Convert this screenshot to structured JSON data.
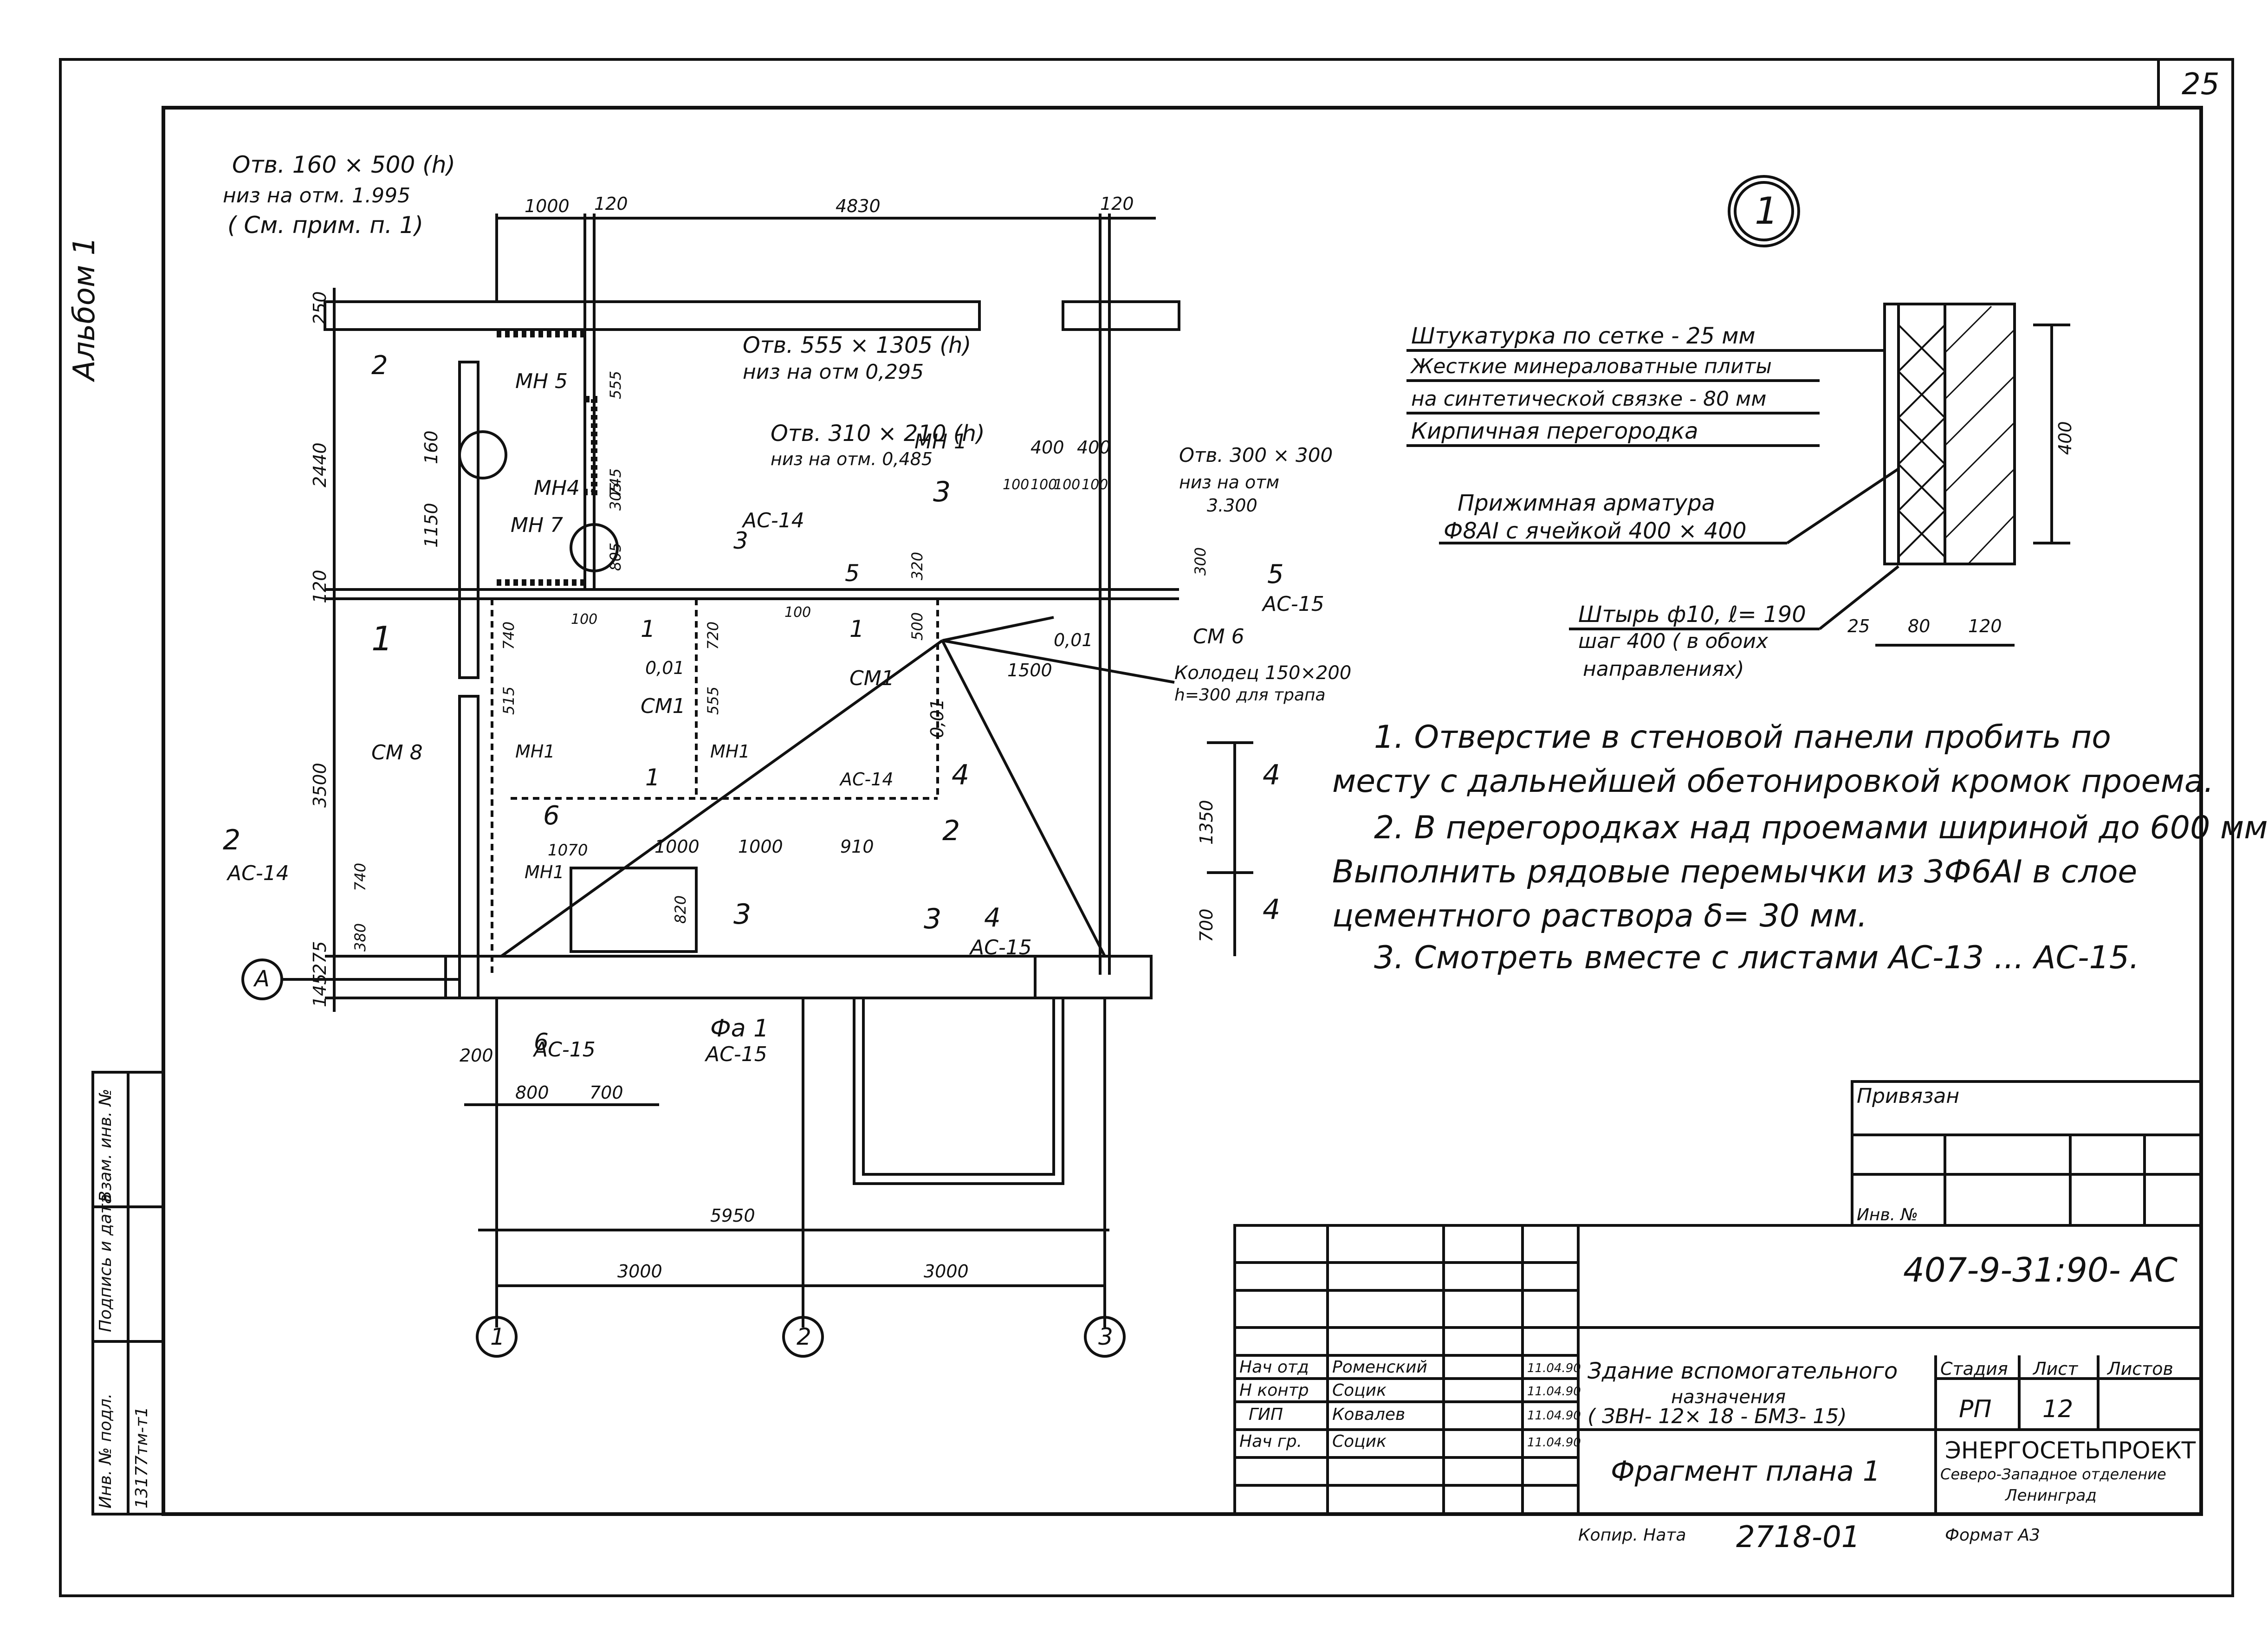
{
  "page": {
    "sheet_corner_number": "25",
    "album_label": "Альбом 1",
    "detail_marker": "1"
  },
  "left_strip": {
    "inv_podl": "Инв. № подл.",
    "inv_podl_value": "13177тм-т1",
    "sign_date": "Подпись и дата",
    "vzam": "Взам. инв. №"
  },
  "openings": {
    "o1_title": "Отв. 160 × 500 (h)",
    "o1_bottom": "низ на отм. 1.995",
    "o1_note": "( См. прим. п. 1)",
    "o2_title": "Отв. 555 × 1305 (h)",
    "o2_bottom": "низ на отм 0,295",
    "o3_title": "Отв. 310 × 210 (h)",
    "o3_bottom": "низ на отм. 0,485",
    "o4_title": "Отв. 300 × 300",
    "o4_bottom": "низ на отм",
    "o4_level": "3.300",
    "well_title": "Колодец 150×200",
    "well_sub": "h=300 для трапа"
  },
  "plan_labels": {
    "mn5": "МН 5",
    "mn4": "МН4",
    "mn7": "МН 7",
    "mn1": "МН 1",
    "mn1b": "МН1",
    "mn1c": "МН1",
    "mn1d": "МН1",
    "cm1a": "СМ1",
    "cm1b": "СМ1",
    "cm6": "СМ 6",
    "cm8": "СМ 8",
    "ac14": "АС-14",
    "ac15": "АС-15",
    "ac15b": "АС-15",
    "ac15c": "АС-15",
    "ac15d": "АС-15",
    "ac14b": "АС-14",
    "ac14c": "АС-14",
    "fa1": "Фа 1",
    "axis_a": "А",
    "lvl1": "0,01",
    "lvl2": "0,01",
    "lvl3": "0,01",
    "s1": "1",
    "s2": "2",
    "s3": "3",
    "s4": "4",
    "s5": "5",
    "s6": "6",
    "s1b": "1",
    "s2b": "2",
    "s3b": "3",
    "s4b": "4",
    "s6b": "6",
    "s3c": "3",
    "s4c": "4",
    "s2c": "2",
    "s5b": "5",
    "s1c": "1",
    "s1d": "1",
    "s3d": "3",
    "s4d": "4"
  },
  "dims": {
    "d1000": "1000",
    "d120": "120",
    "d4830": "4830",
    "d120b": "120",
    "d250": "250",
    "d2440": "2440",
    "d120c": "120",
    "d3500": "3500",
    "d275": "275",
    "d145": "145",
    "d160": "160",
    "d1150": "1150",
    "d305": "305",
    "d805": "805",
    "d745": "745",
    "d555": "555",
    "d400a": "400",
    "d400b": "400",
    "d100a": "100",
    "d100b": "100",
    "d100c": "100",
    "d100d": "100",
    "d320": "320",
    "d300": "300",
    "d500": "500",
    "d740": "740",
    "d720": "720",
    "d100e": "100",
    "d100f": "100",
    "d515": "515",
    "d555b": "555",
    "d1500": "1500",
    "d1070": "1070",
    "d1000b": "1000",
    "d1000c": "1000",
    "d910": "910",
    "d740b": "740",
    "d380": "380",
    "d820": "820",
    "d1350": "1350",
    "d700": "700",
    "d200": "200",
    "d800": "800",
    "d700b": "700",
    "d5950": "5950",
    "d3000a": "3000",
    "d3000b": "3000",
    "ax1": "1",
    "ax2": "2",
    "ax3": "3"
  },
  "layers": {
    "l1": "Штукатурка по сетке - 25 мм",
    "l2": "Жесткие минераловатные плиты",
    "l3": "на синтетической связке - 80 мм",
    "l4": "Кирпичная перегородка",
    "mesh1": "Прижимная арматура",
    "mesh2": "Ф8АI с ячейкой 400 × 400",
    "pin1": "Штырь ф10, ℓ= 190",
    "pin2": "шаг 400 ( в обоих",
    "pin3": "направлениях)",
    "dim400": "400",
    "dim25": "25",
    "dim80": "80",
    "dim120": "120"
  },
  "notes": {
    "n1a": "1. Отверстие в стеновой панели пробить по",
    "n1b": "месту с дальнейшей обетонировкой кромок проема.",
    "n2a": "2. В перегородках над проемами шириной до 600 мм",
    "n2b": "Выполнить рядовые перемычки из 3Ф6АI в слое",
    "n2c": "цементного раствора δ= 30 мм.",
    "n3": "3. Смотреть вместе с листами АС-13 ... АС-15."
  },
  "stamp": {
    "privyazan": "Привязан",
    "inv": "Инв. №",
    "code": "407-9-31:90- АС",
    "role1": "Нач отд",
    "name1": "Роменский",
    "date1": "11.04.90",
    "role2": "Н контр",
    "name2": "Социк",
    "date2": "11.04.90",
    "role3": "ГИП",
    "name3": "Ковалев",
    "date3": "11.04.90",
    "role4": "Нач гр.",
    "name4": "Социк",
    "date4": "11.04.90",
    "title1": "Здание вспомогательного",
    "title2": "назначения",
    "title3": "( ЗВН- 12× 18 - БМЗ- 15)",
    "stage_h": "Стадия",
    "sheet_h": "Лист",
    "sheets_h": "Листов",
    "stage": "РП",
    "sheet": "12",
    "fragment": "Фрагмент плана 1",
    "org1": "ЭНЕРГОСЕТЬПРОЕКТ",
    "org2": "Северо-Западное отделение",
    "org3": "Ленинград",
    "copied": "Копир. Ната",
    "number": "2718-01",
    "format": "Формат А3"
  }
}
